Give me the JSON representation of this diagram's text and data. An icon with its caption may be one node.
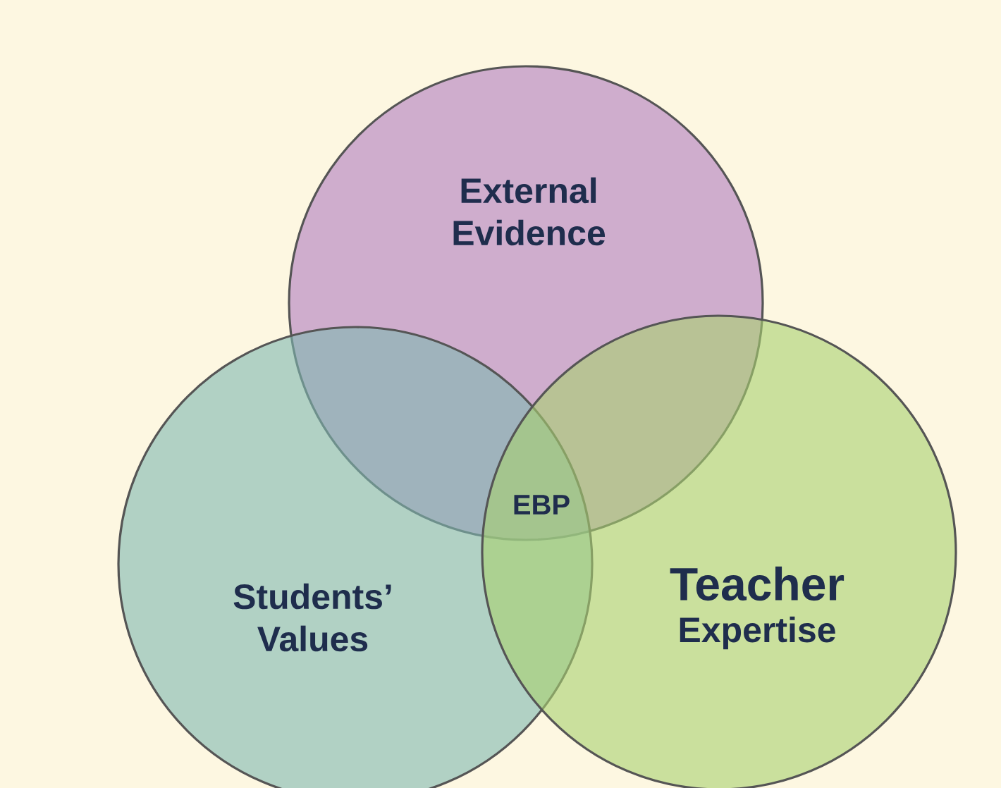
{
  "diagram": {
    "nodes": [
      {
        "text": [
          "External Evidence"
        ]
      },
      {
        "text": [
          "Students’ Values"
        ]
      },
      {
        "text": [
          "Teacher",
          "Expertise"
        ]
      }
    ],
    "labels": [
      "EBP"
    ]
  }
}
